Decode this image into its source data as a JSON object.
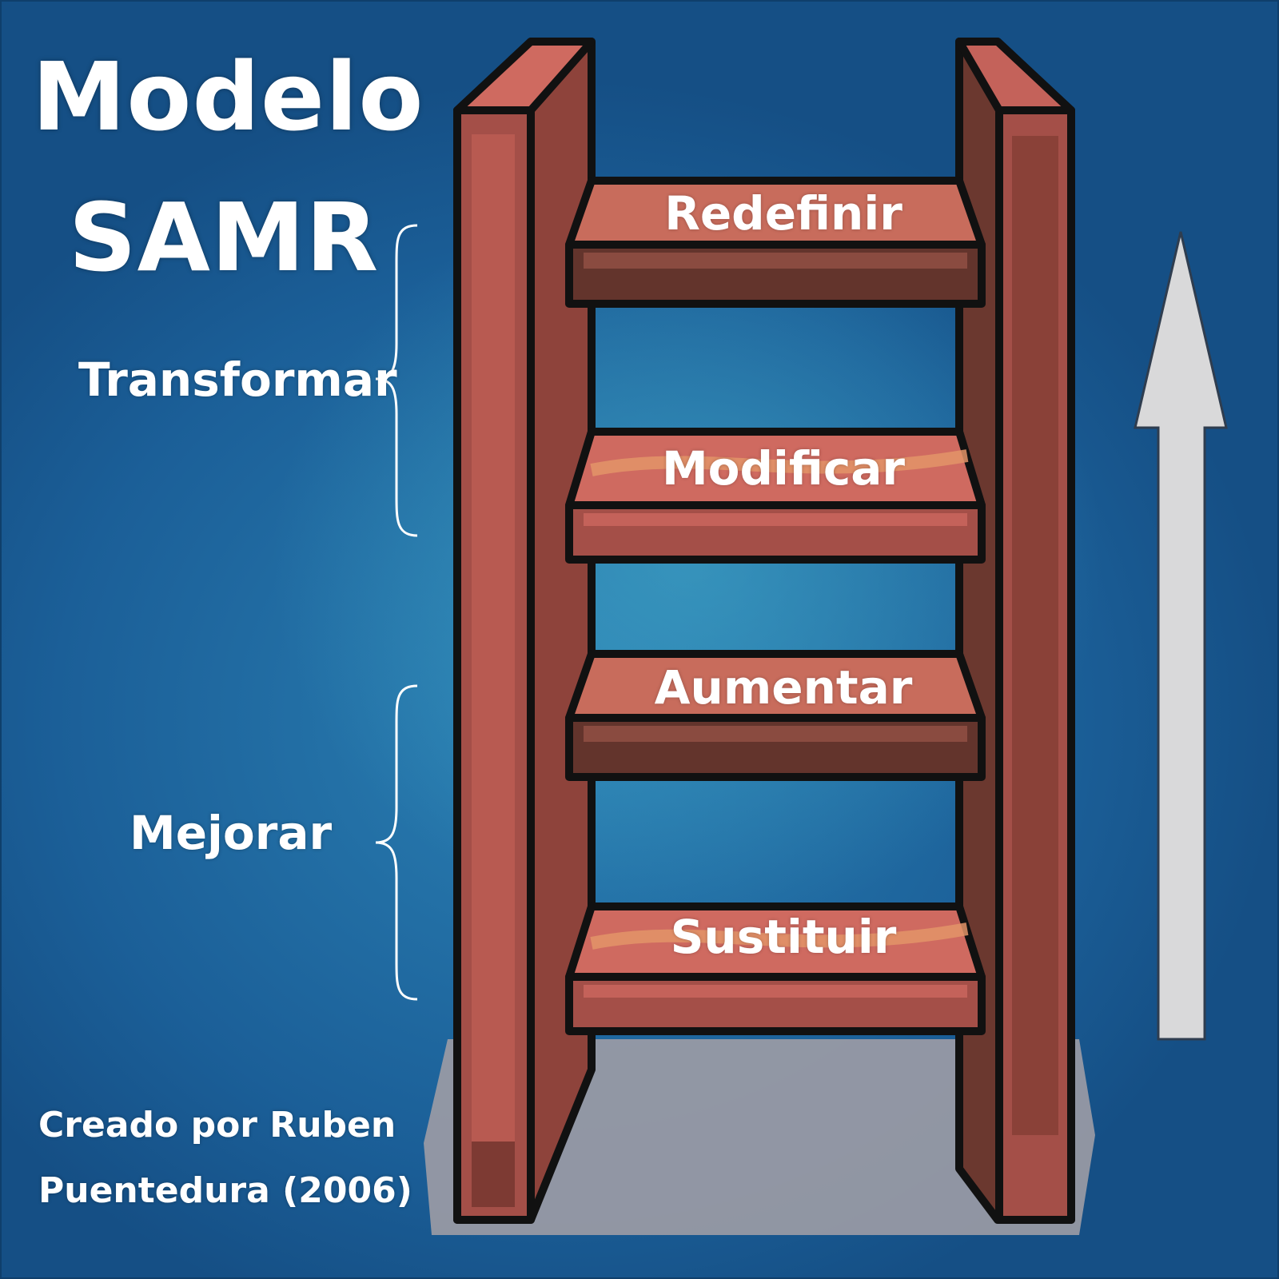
{
  "title": {
    "line1": "Modelo",
    "line2": "SAMR"
  },
  "groups": {
    "transform": "Transformar",
    "improve": "Mejorar"
  },
  "steps": {
    "s4": "Redefinir",
    "s3": "Modificar",
    "s2": "Aumentar",
    "s1": "Sustituir"
  },
  "credit": {
    "line1": "Creado por Ruben",
    "line2": "Puentedura (2006)"
  },
  "colors": {
    "background": "#1d6aa2",
    "wood_light": "#cf6a60",
    "wood_mid": "#a44f48",
    "wood_dark": "#63342c",
    "outline": "#111111",
    "arrow": "#d9d9da",
    "shadow": "#9b9ba5",
    "text": "#ffffff"
  },
  "icons": {
    "arrow": "up-arrow-icon",
    "ladder": "ladder-icon"
  }
}
